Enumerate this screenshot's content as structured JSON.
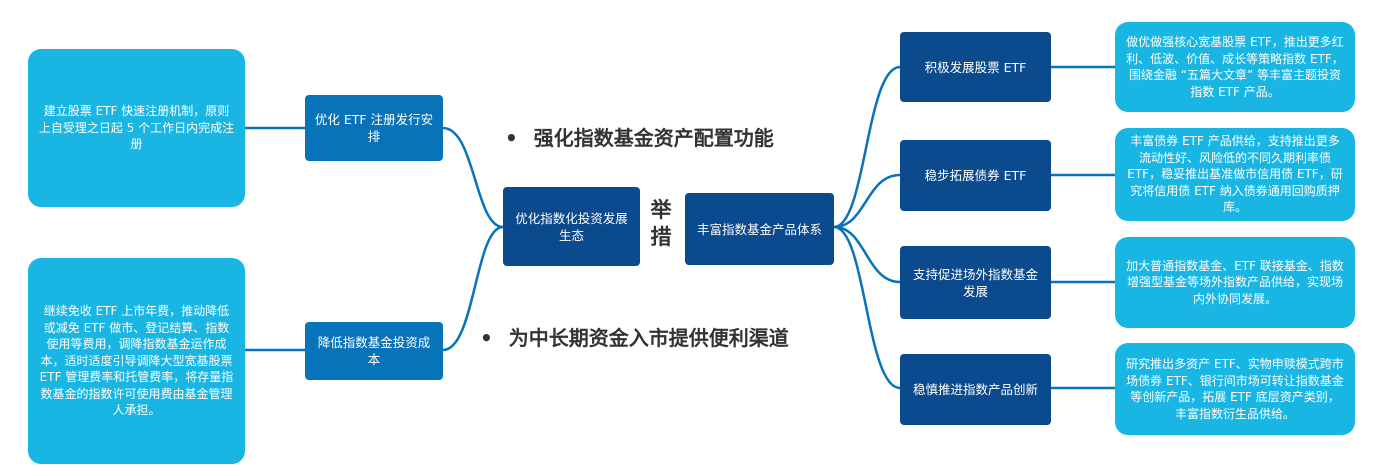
{
  "center": {
    "left_box": "优化指数化投资发展生态",
    "right_box": "丰富指数基金产品体系",
    "vertical_label": "举措"
  },
  "bullets": [
    "强化指数基金资产配置功能",
    "为中长期资金入市提供便利渠道"
  ],
  "left_branches": [
    {
      "label": "优化 ETF 注册发行安排",
      "detail": "建立股票 ETF 快速注册机制，原则上自受理之日起 5 个工作日内完成注册"
    },
    {
      "label": "降低指数基金投资成本",
      "detail": "继续免收 ETF 上市年费，推动降低或减免 ETF 做市、登记结算、指数使用等费用，调降指数基金运作成本，适时适度引导调降大型宽基股票 ETF 管理费率和托管费率，将存量指数基金的指数许可使用费由基金管理人承担。"
    }
  ],
  "right_branches": [
    {
      "label": "积极发展股票 ETF",
      "detail": "做优做强核心宽基股票 ETF，推出更多红利、低波、价值、成长等策略指数 ETF，围绕金融 “五篇大文章” 等丰富主题投资指数 ETF 产品。"
    },
    {
      "label": "稳步拓展债券 ETF",
      "detail": "丰富债券 ETF 产品供给，支持推出更多流动性好、风险低的不同久期利率债 ETF，稳妥推出基准做市信用债 ETF，研究将信用债 ETF 纳入债券通用回购质押库。"
    },
    {
      "label": "支持促进场外指数基金发展",
      "detail": "加大普通指数基金、ETF 联接基金、指数增强型基金等场外指数产品供给，实现场内外协同发展。"
    },
    {
      "label": "稳慎推进指数产品创新",
      "detail": "研究推出多资产 ETF、实物申赎模式跨市场债券 ETF、银行间市场可转让指数基金等创新产品，拓展 ETF 底层资产类别，丰富指数衍生品供给。"
    }
  ],
  "colors": {
    "dark_box": "#0b4a8c",
    "mid_box": "#0873b9",
    "light_box": "#1ab6e3",
    "connector": "#0873b9",
    "bullet_text": "#333333"
  }
}
